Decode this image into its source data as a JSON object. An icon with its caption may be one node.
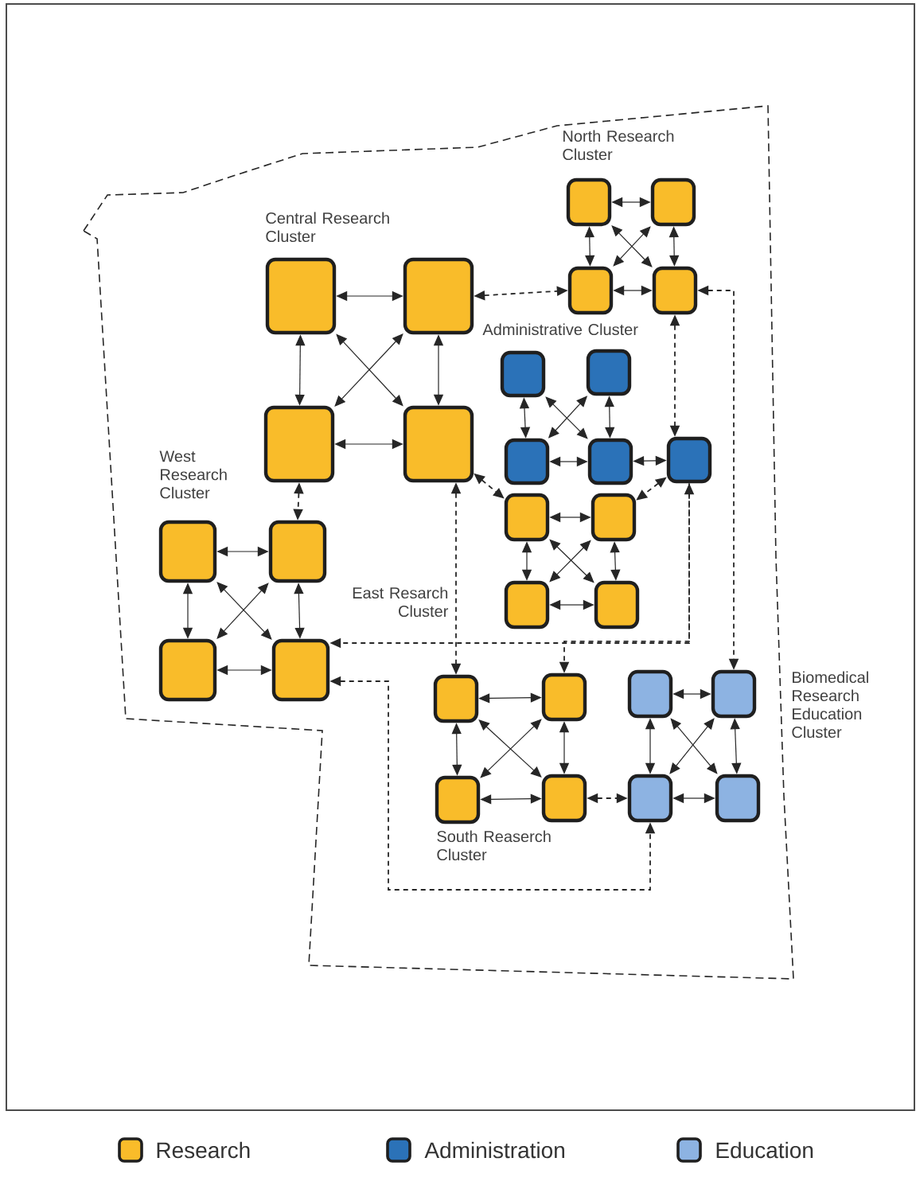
{
  "diagram": {
    "nodes": [
      {
        "text": [],
        "shape": "box"
      },
      {
        "text": [],
        "shape": "box"
      },
      {
        "text": [],
        "shape": "box"
      },
      {
        "text": [],
        "shape": "box"
      },
      {
        "text": [],
        "shape": "box"
      },
      {
        "text": [],
        "shape": "box"
      },
      {
        "text": [],
        "shape": "box"
      },
      {
        "text": [],
        "shape": "box"
      },
      {
        "text": [],
        "shape": "box"
      },
      {
        "text": [],
        "shape": "box"
      },
      {
        "text": [],
        "shape": "box"
      },
      {
        "text": [],
        "shape": "box"
      },
      {
        "text": [],
        "shape": "box"
      },
      {
        "text": [],
        "shape": "box"
      },
      {
        "text": [],
        "shape": "box"
      },
      {
        "text": [],
        "shape": "box"
      },
      {
        "text": [],
        "shape": "box"
      },
      {
        "text": [],
        "shape": "box"
      },
      {
        "text": [],
        "shape": "box"
      },
      {
        "text": [],
        "shape": "box"
      },
      {
        "text": [],
        "shape": "box"
      },
      {
        "text": [],
        "shape": "box"
      },
      {
        "text": [],
        "shape": "box"
      },
      {
        "text": [],
        "shape": "box"
      },
      {
        "text": [],
        "shape": "box"
      },
      {
        "text": [],
        "shape": "box"
      },
      {
        "text": [],
        "shape": "box"
      },
      {
        "text": [],
        "shape": "box"
      },
      {
        "text": [],
        "shape": "box"
      }
    ],
    "edges": [
      {
        "from": 0,
        "to": 1,
        "arrow": "both"
      },
      {
        "from": 2,
        "to": 3,
        "arrow": "both"
      },
      {
        "from": 0,
        "to": 2,
        "arrow": "both"
      },
      {
        "from": 1,
        "to": 3,
        "arrow": "both"
      },
      {
        "from": 0,
        "to": 3,
        "arrow": "both"
      },
      {
        "from": 1,
        "to": 2,
        "arrow": "both"
      },
      {
        "from": 4,
        "to": 5,
        "arrow": "both"
      },
      {
        "from": 6,
        "to": 7,
        "arrow": "both"
      },
      {
        "from": 4,
        "to": 6,
        "arrow": "both"
      },
      {
        "from": 5,
        "to": 7,
        "arrow": "both"
      },
      {
        "from": 4,
        "to": 7,
        "arrow": "both"
      },
      {
        "from": 5,
        "to": 6,
        "arrow": "both"
      },
      {
        "from": 8,
        "to": 10,
        "arrow": "both"
      },
      {
        "from": 9,
        "to": 11,
        "arrow": "both"
      },
      {
        "from": 8,
        "to": 11,
        "arrow": "both"
      },
      {
        "from": 9,
        "to": 10,
        "arrow": "both"
      },
      {
        "from": 10,
        "to": 11,
        "arrow": "both"
      },
      {
        "from": 11,
        "to": 12,
        "arrow": "both"
      },
      {
        "from": 13,
        "to": 14,
        "arrow": "both"
      },
      {
        "from": 15,
        "to": 16,
        "arrow": "both"
      },
      {
        "from": 13,
        "to": 15,
        "arrow": "both"
      },
      {
        "from": 14,
        "to": 16,
        "arrow": "both"
      },
      {
        "from": 13,
        "to": 16,
        "arrow": "both"
      },
      {
        "from": 14,
        "to": 15,
        "arrow": "both"
      },
      {
        "from": 17,
        "to": 18,
        "arrow": "both"
      },
      {
        "from": 19,
        "to": 20,
        "arrow": "both"
      },
      {
        "from": 17,
        "to": 19,
        "arrow": "both"
      },
      {
        "from": 18,
        "to": 20,
        "arrow": "both"
      },
      {
        "from": 17,
        "to": 20,
        "arrow": "both"
      },
      {
        "from": 18,
        "to": 19,
        "arrow": "both"
      },
      {
        "from": 21,
        "to": 22,
        "arrow": "both"
      },
      {
        "from": 23,
        "to": 24,
        "arrow": "both"
      },
      {
        "from": 21,
        "to": 23,
        "arrow": "both"
      },
      {
        "from": 22,
        "to": 24,
        "arrow": "both"
      },
      {
        "from": 21,
        "to": 24,
        "arrow": "both"
      },
      {
        "from": 22,
        "to": 23,
        "arrow": "both"
      },
      {
        "from": 25,
        "to": 26,
        "arrow": "both"
      },
      {
        "from": 27,
        "to": 28,
        "arrow": "both"
      },
      {
        "from": 25,
        "to": 27,
        "arrow": "both"
      },
      {
        "from": 26,
        "to": 28,
        "arrow": "both"
      },
      {
        "from": 25,
        "to": 28,
        "arrow": "both"
      },
      {
        "from": 26,
        "to": 27,
        "arrow": "both"
      },
      {
        "from": 5,
        "to": 2,
        "arrow": "both",
        "style": "dashed"
      },
      {
        "from": 3,
        "to": 26,
        "arrow": "both",
        "style": "dashed"
      },
      {
        "from": 3,
        "to": 12,
        "arrow": "both",
        "style": "dashed"
      },
      {
        "from": 6,
        "to": 18,
        "arrow": "both",
        "style": "dashed"
      },
      {
        "from": 7,
        "to": 13,
        "arrow": "both",
        "style": "dashed"
      },
      {
        "from": 12,
        "to": 14,
        "arrow": "both",
        "style": "dashed"
      },
      {
        "from": 7,
        "to": 21,
        "arrow": "both",
        "style": "dashed"
      },
      {
        "from": 12,
        "to": 20,
        "arrow": "both",
        "style": "dashed"
      },
      {
        "from": 12,
        "to": 22,
        "arrow": "to",
        "style": "dashed"
      },
      {
        "from": 24,
        "to": 27,
        "arrow": "both",
        "style": "dashed"
      },
      {
        "from": 20,
        "to": 27,
        "arrow": "both",
        "style": "dashed"
      }
    ],
    "labels": [
      "North Research Cluster",
      "Central Research Cluster",
      "Administrative Cluster",
      "West Research Cluster",
      "East Resarch Cluster",
      "Biomedical Research Education Cluster",
      "South Reaserch Cluster"
    ],
    "legend": [
      {
        "text": "Research",
        "color": "#f9bc2a"
      },
      {
        "text": "Administration",
        "color": "#2b72b8"
      },
      {
        "text": "Education",
        "color": "#8db3e2"
      }
    ]
  }
}
